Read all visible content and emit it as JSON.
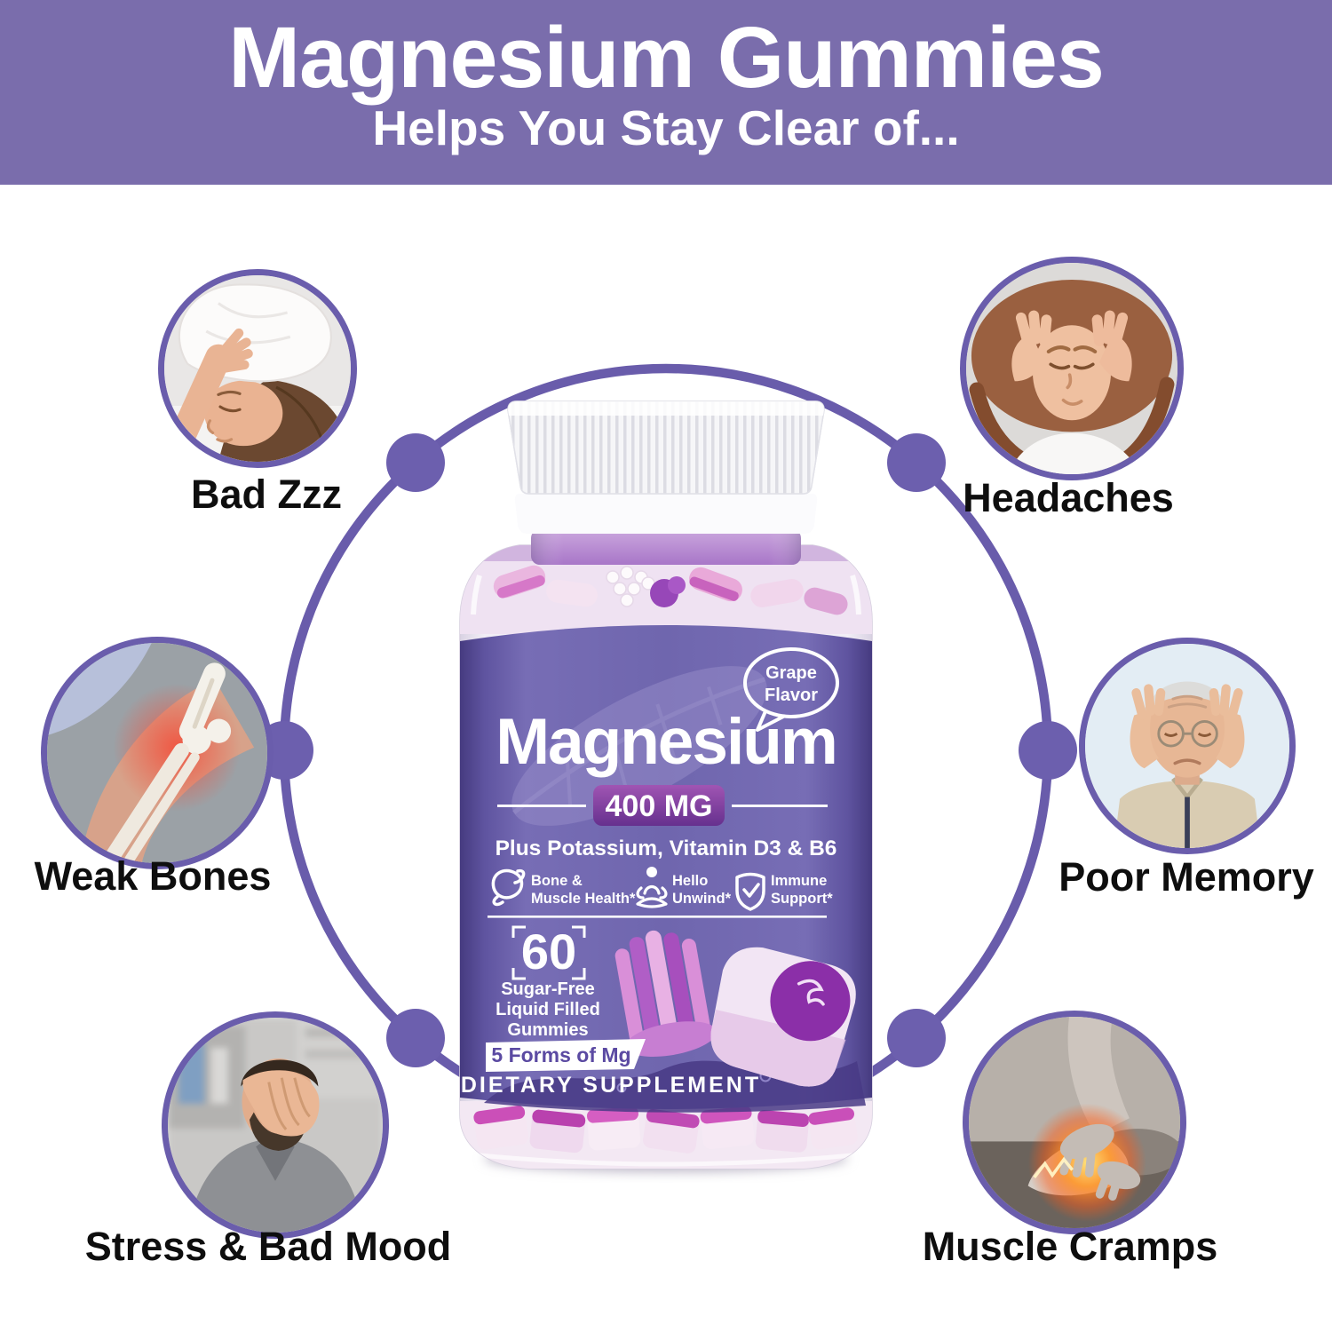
{
  "header": {
    "title": "Magnesium Gummies",
    "subtitle": "Helps You Stay Clear of...",
    "bg_color": "#7a6dac"
  },
  "issues": [
    {
      "id": "bad-zzz",
      "label": "Bad Zzz"
    },
    {
      "id": "headaches",
      "label": "Headaches"
    },
    {
      "id": "weak-bones",
      "label": "Weak Bones"
    },
    {
      "id": "poor-memory",
      "label": "Poor Memory"
    },
    {
      "id": "stress-bad-mood",
      "label": "Stress & Bad Mood"
    },
    {
      "id": "muscle-cramps",
      "label": "Muscle Cramps"
    }
  ],
  "bottle": {
    "flavor": {
      "line1": "Grape",
      "line2": "Flavor"
    },
    "product_name": "Magnesium",
    "dosage": "400 MG",
    "plus_line": "Plus Potassium, Vitamin D3 & B6",
    "benefits": [
      {
        "icon": "bone-muscle-icon",
        "line1": "Bone &",
        "line2": "Muscle Health*"
      },
      {
        "icon": "meditation-icon",
        "line1": "Hello",
        "line2": "Unwind*"
      },
      {
        "icon": "shield-check-icon",
        "line1": "Immune",
        "line2": "Support*"
      }
    ],
    "count": "60",
    "count_desc": [
      "Sugar-Free",
      "Liquid Filled",
      "Gummies"
    ],
    "forms_banner": "5 Forms of Mg",
    "supplement_line": "DIETARY SUPPLEMENT"
  },
  "colors": {
    "accent_purple": "#6a5dac",
    "ring_purple": "#695cab",
    "label_purple": "#6f66ae",
    "badge_purple": "#8e44ad",
    "header_purple": "#7a6dac"
  }
}
